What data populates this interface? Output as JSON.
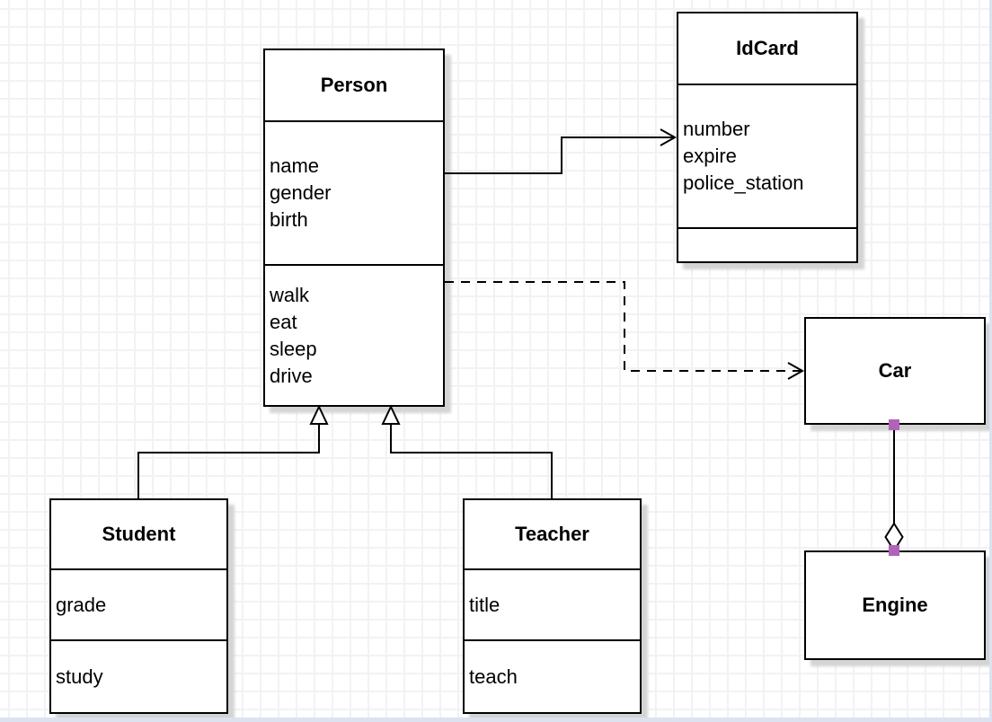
{
  "diagram": {
    "type": "uml-class-diagram",
    "classes": {
      "person": {
        "name": "Person",
        "attributes": [
          "name",
          "gender",
          "birth"
        ],
        "methods": [
          "walk",
          "eat",
          "sleep",
          "drive"
        ]
      },
      "idcard": {
        "name": "IdCard",
        "attributes": [
          "number",
          "expire",
          "police_station"
        ],
        "methods": []
      },
      "car": {
        "name": "Car",
        "attributes": [],
        "methods": []
      },
      "engine": {
        "name": "Engine",
        "attributes": [],
        "methods": []
      },
      "student": {
        "name": "Student",
        "attributes": [
          "grade"
        ],
        "methods": [
          "study"
        ]
      },
      "teacher": {
        "name": "Teacher",
        "attributes": [
          "title"
        ],
        "methods": [
          "teach"
        ]
      }
    },
    "relationships": [
      {
        "from": "Person",
        "to": "IdCard",
        "type": "association",
        "line": "solid",
        "arrow": "open"
      },
      {
        "from": "Person",
        "to": "Car",
        "type": "dependency",
        "line": "dashed",
        "arrow": "open"
      },
      {
        "from": "Student",
        "to": "Person",
        "type": "generalization",
        "line": "solid",
        "arrow": "hollow-triangle"
      },
      {
        "from": "Teacher",
        "to": "Person",
        "type": "generalization",
        "line": "solid",
        "arrow": "hollow-triangle"
      },
      {
        "from": "Car",
        "to": "Engine",
        "type": "aggregation",
        "line": "solid",
        "arrow": "hollow-diamond"
      }
    ],
    "colors": {
      "line": "#000000",
      "box_fill": "#ffffff",
      "shadow": "#d4d4d4",
      "endpoint_handle": "#b063b8",
      "grid_line": "#f2f2f6",
      "canvas_edge": "#dde2f0"
    }
  }
}
